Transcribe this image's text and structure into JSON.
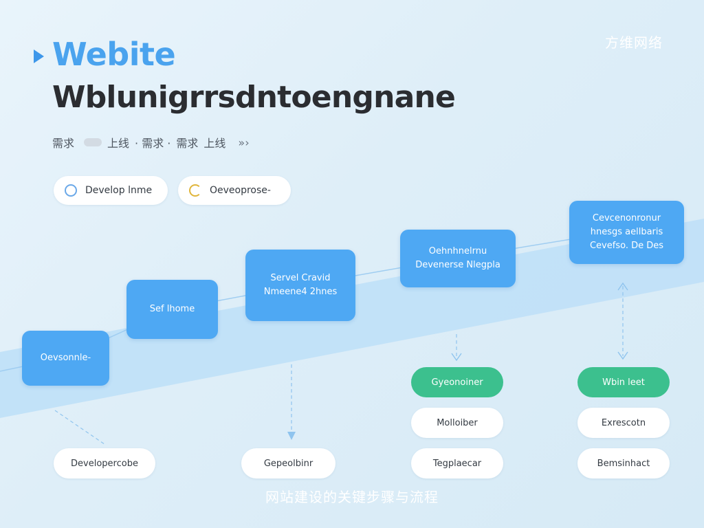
{
  "brand": "方维网络",
  "title": {
    "accent": "Webite",
    "main": "Wblunigrrsdntoengnane"
  },
  "steps": [
    "需求",
    "上线",
    "· 需求 ·",
    "需求",
    "上线"
  ],
  "steps_arrow": "»›",
  "chips": [
    {
      "label": "Develop lnme",
      "icon_color": "#6aa8e8"
    },
    {
      "label": "Oeveoprose-",
      "icon_color": "#e0b53a"
    }
  ],
  "stages": [
    {
      "lines": [
        "Oevsonnle-"
      ]
    },
    {
      "lines": [
        "Sef lhome"
      ]
    },
    {
      "lines": [
        "Servel Cravid",
        "Nmeene4 2hnes"
      ]
    },
    {
      "lines": [
        "Oehnhnelrnu",
        "Devenerse Nlegpla"
      ]
    },
    {
      "lines": [
        "Cevcenonronur",
        "hnesgs aellbaris",
        "Cevefso. De Des"
      ]
    }
  ],
  "outputs": {
    "green": [
      "Gyeonoiner",
      "Wbin leet"
    ],
    "white": [
      "Developercobe",
      "Gepeolbinr",
      "Molloiber",
      "Tegplaecar",
      "Exrescotn",
      "Bemsinhact"
    ]
  },
  "colors": {
    "box": "#4ea8f3",
    "green": "#3cc08e",
    "band": "#bfe0f7",
    "accent": "#4aa3ee"
  },
  "caption": "网站建设的关键步骤与流程"
}
